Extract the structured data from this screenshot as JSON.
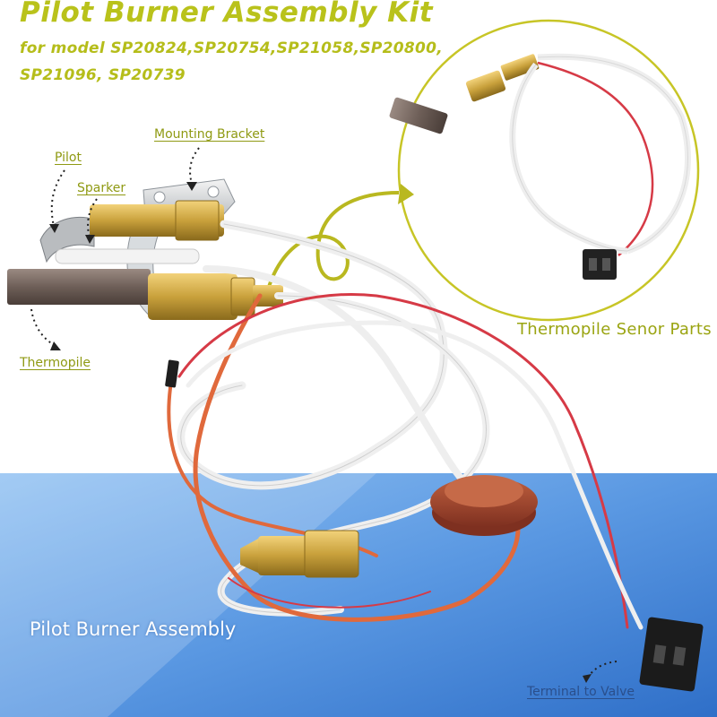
{
  "title": "Pilot Burner Assembly Kit",
  "subtitle_line1": "for model SP20824,SP20754,SP21058,SP20800,",
  "subtitle_line2": "SP21096, SP20739",
  "callouts": {
    "pilot": "Pilot",
    "sparker": "Sparker",
    "mounting_bracket": "Mounting Bracket",
    "thermopile": "Thermopile"
  },
  "inset_caption": "Thermopile Senor Parts",
  "assembly_caption": "Pilot Burner Assembly",
  "terminal_label": "Terminal to Valve",
  "colors": {
    "title": "#b9c21b",
    "accent_circle": "#c7c526",
    "floor_blue": "#4f8fe0",
    "red_wire": "#d63a46",
    "orange_wire": "#e0693c",
    "brass": "#c9a13c"
  }
}
